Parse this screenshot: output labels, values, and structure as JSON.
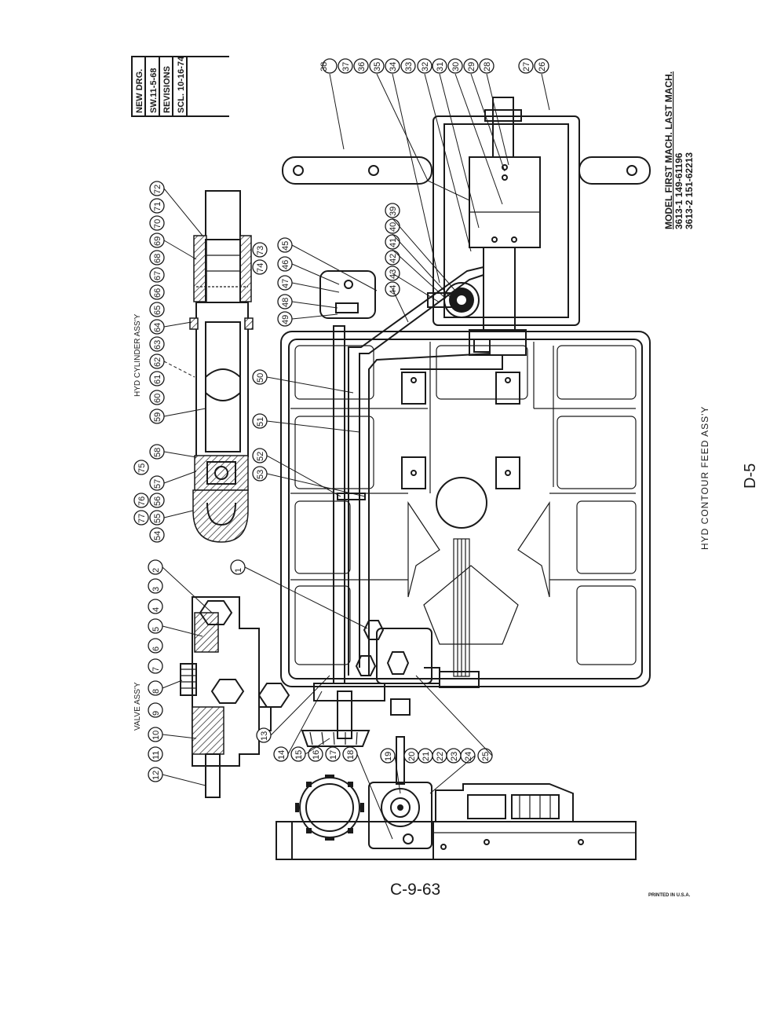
{
  "revision_box": {
    "new_drg": "NEW DRG.",
    "new_drg_date": "SW.11-5-68",
    "revisions": "REVISIONS",
    "revision_1": "SCL. 10-16-74"
  },
  "model_table": {
    "header": "MODEL FIRST MACH. LAST MACH.",
    "row_1": "3613-1 149-61196",
    "row_2": "3613-2 151-62213"
  },
  "labels": {
    "hyd_cylinder": "HYD CYLINDER ASS'Y",
    "valve": "VALVE ASS'Y",
    "assembly_title": "HYD CONTOUR FEED ASS'Y",
    "page_code": "D-5",
    "doc_number": "C-9-63",
    "printed": "PRINTED IN U.S.A."
  },
  "callouts": {
    "valve": [
      "1",
      "2",
      "3",
      "4",
      "5",
      "6",
      "7",
      "8",
      "9",
      "10",
      "11",
      "12"
    ],
    "base": [
      "13",
      "14",
      "15",
      "16",
      "17",
      "18",
      "19",
      "20",
      "21",
      "22",
      "23",
      "24",
      "25"
    ],
    "top": [
      "26",
      "27",
      "28",
      "29",
      "30",
      "31",
      "32",
      "33",
      "34",
      "35",
      "36",
      "37",
      "38"
    ],
    "upper_mid": [
      "39",
      "40",
      "41",
      "42",
      "43",
      "44",
      "45",
      "46",
      "47",
      "48",
      "49"
    ],
    "table": [
      "50",
      "51",
      "52",
      "53"
    ],
    "cylinder": [
      "54",
      "55",
      "56",
      "57",
      "58",
      "59",
      "60",
      "61",
      "62",
      "63",
      "64",
      "65",
      "66",
      "67",
      "68",
      "69",
      "70",
      "71",
      "72",
      "73",
      "74",
      "75",
      "76",
      "77"
    ]
  },
  "icons": {
    "gear": "gear-icon",
    "motor": "motor-icon",
    "dial": "dial-icon"
  }
}
